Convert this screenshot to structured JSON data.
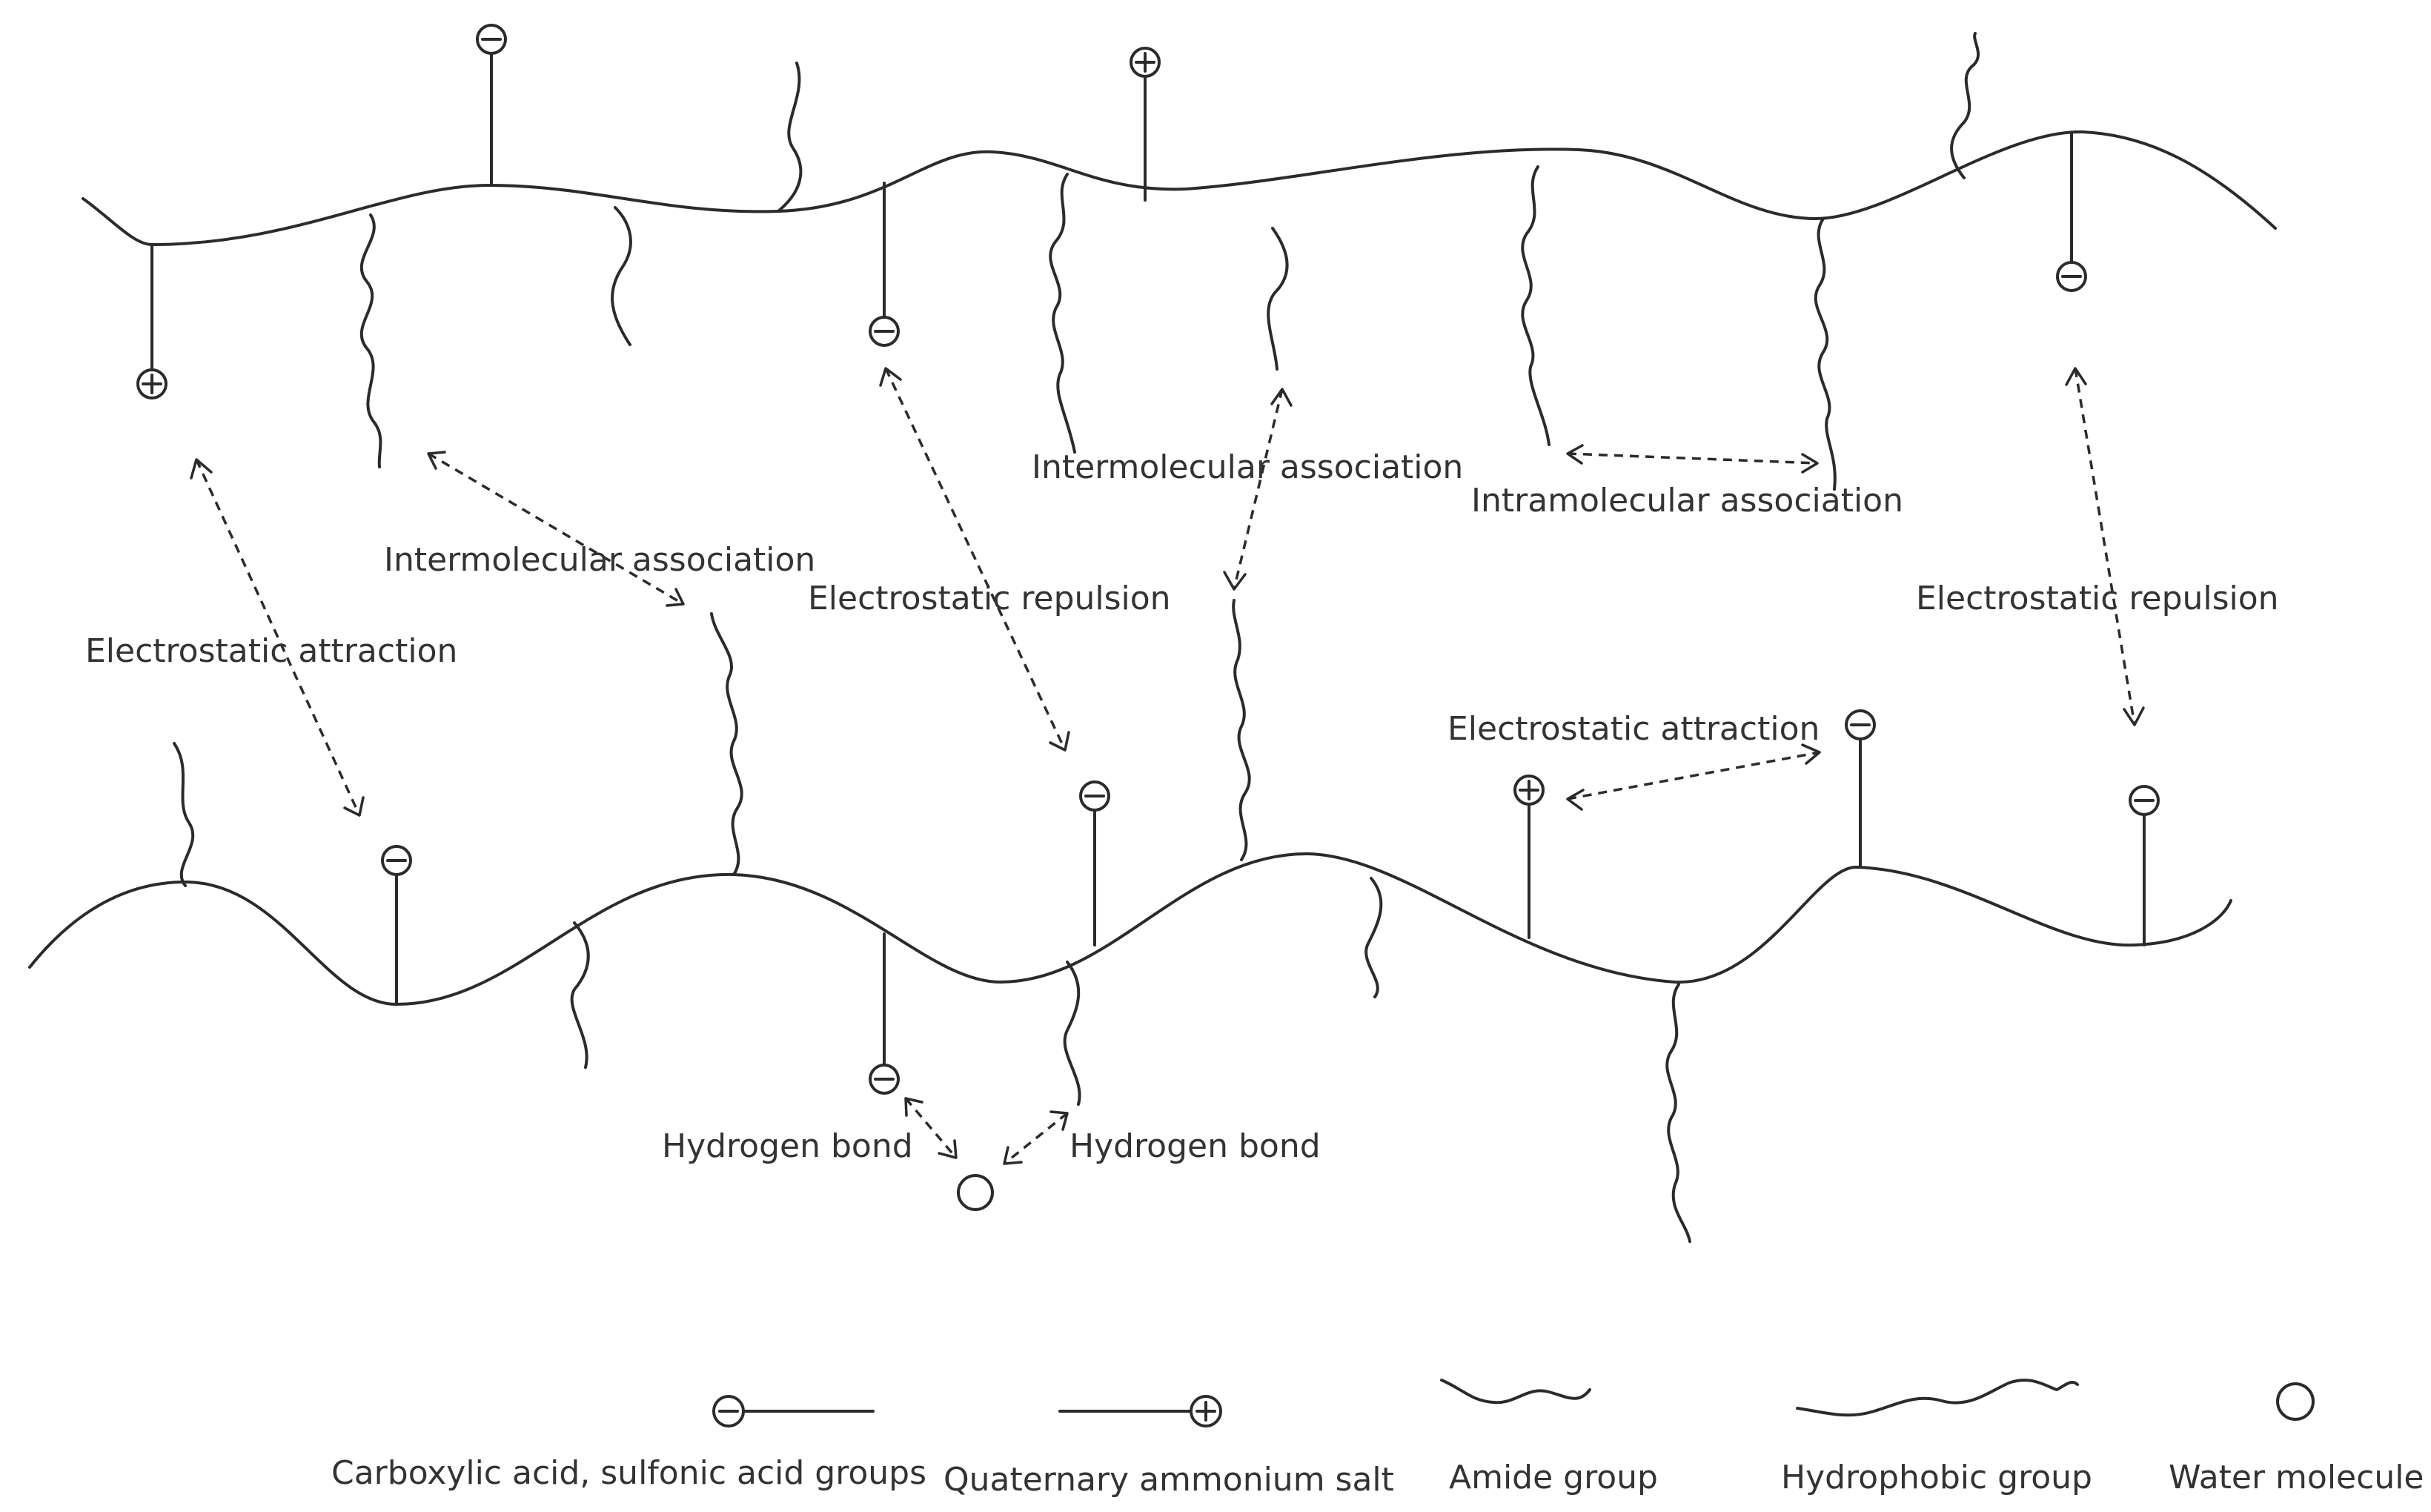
{
  "labels": {
    "intermolecular_association": "Intermolecular association",
    "intramolecular_association": "Intramolecular association",
    "electrostatic_attraction": "Electrostatic attraction",
    "electrostatic_repulsion": "Electrostatic repulsion",
    "hydrogen_bond": "Hydrogen bond"
  },
  "legend": {
    "anionic": "Carboxylic acid, sulfonic acid groups",
    "cationic": "Quaternary ammonium salt",
    "amide": "Amide group",
    "hydrophobic": "Hydrophobic group",
    "water": "Water molecule"
  },
  "symbols": {
    "negative": "minus-circle-icon",
    "positive": "plus-circle-icon",
    "water": "open-circle-icon"
  }
}
